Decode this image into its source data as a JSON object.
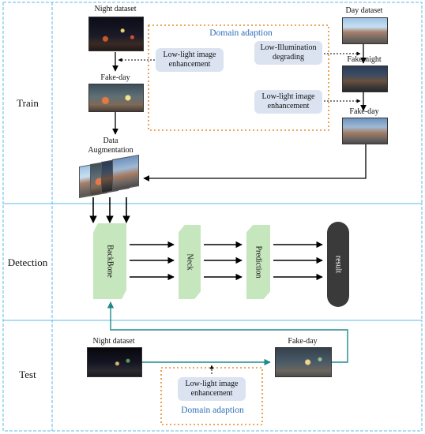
{
  "stages": {
    "train": "Train",
    "detection": "Detection",
    "test": "Test"
  },
  "train": {
    "night_dataset": "Night dataset",
    "day_dataset": "Day dataset",
    "fake_day": "Fake-day",
    "fake_night": "Fake-night",
    "fake_day_right": "Fake-day",
    "data_augmentation_line1": "Data",
    "data_augmentation_line2": "Augmentation",
    "domain_adaption": "Domain adaption",
    "low_light_enhancement_left": "Low-light image enhancement",
    "low_illumination_degrading": "Low-Illumination degrading",
    "low_light_enhancement_right": "Low-light image enhancement"
  },
  "detection": {
    "backbone": "BackBone",
    "neck": "Neck",
    "prediction": "Prediction",
    "result": "result"
  },
  "test": {
    "night_dataset": "Night dataset",
    "fake_day": "Fake-day",
    "low_light_enhancement": "Low-light image enhancement",
    "domain_adaption": "Domain adaption"
  },
  "colors": {
    "section_border": "#5bbbe5",
    "domain_border": "#e58a2c",
    "domain_title": "#2e6fb7",
    "module_fill": "#c6e6bd",
    "result_fill": "#3a3a3a",
    "test_flow": "#1f8a8a",
    "pill_fill": "#dbe3f1"
  }
}
